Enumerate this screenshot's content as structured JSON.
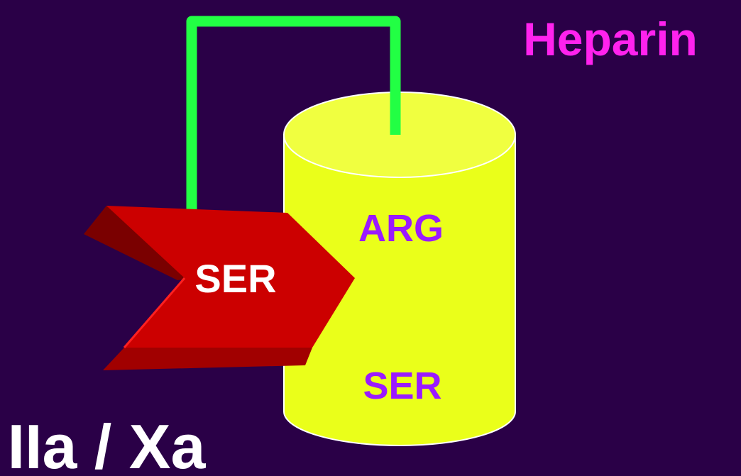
{
  "slide": {
    "title": "Heparin",
    "enzyme_label": "IIa / Xa",
    "enzyme_site_label": "SER",
    "antithrombin_top_label": "ARG",
    "antithrombin_bottom_label": "SER"
  },
  "colors": {
    "background": "#2a0047",
    "title": "#ff22ee",
    "heparin_link": "#22ff44",
    "cylinder_body": "#eaff1a",
    "cylinder_top": "#f0ff40",
    "cylinder_outline": "#ffffff",
    "arrow_face": "#cc0000",
    "arrow_side": "#7a0000",
    "arrow_bottom": "#a10000",
    "arrow_edge": "#ff2020",
    "cylinder_text": "#9a1aff",
    "white_text": "#ffffff"
  },
  "icons": {
    "antithrombin": "cylinder-shape",
    "enzyme": "chevron-arrow-shape",
    "heparin": "bracket-line"
  }
}
